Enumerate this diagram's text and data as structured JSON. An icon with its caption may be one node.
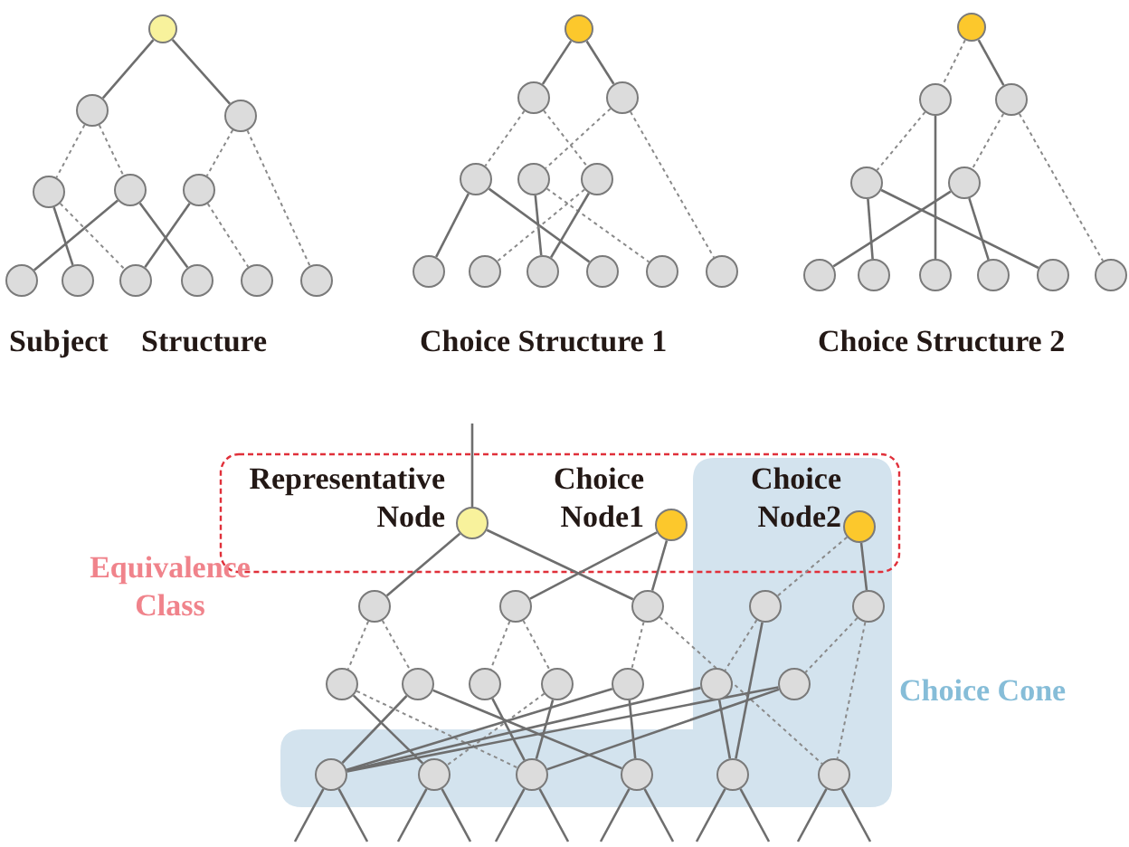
{
  "diagram": {
    "nodes": [
      {
        "text": [],
        "shape": "circle"
      },
      {
        "text": [],
        "shape": "circle"
      },
      {
        "text": [],
        "shape": "circle"
      },
      {
        "text": [],
        "shape": "circle"
      },
      {
        "text": [],
        "shape": "circle"
      },
      {
        "text": [],
        "shape": "circle"
      },
      {
        "text": [],
        "shape": "circle"
      },
      {
        "text": [],
        "shape": "circle"
      },
      {
        "text": [],
        "shape": "circle"
      },
      {
        "text": [],
        "shape": "circle"
      },
      {
        "text": [],
        "shape": "circle"
      },
      {
        "text": [],
        "shape": "circle"
      },
      {
        "text": [],
        "shape": "circle"
      },
      {
        "text": [],
        "shape": "circle"
      },
      {
        "text": [],
        "shape": "circle"
      },
      {
        "text": [],
        "shape": "circle"
      },
      {
        "text": [],
        "shape": "circle"
      },
      {
        "text": [],
        "shape": "circle"
      },
      {
        "text": [],
        "shape": "circle"
      },
      {
        "text": [],
        "shape": "circle"
      },
      {
        "text": [],
        "shape": "circle"
      },
      {
        "text": [],
        "shape": "circle"
      },
      {
        "text": [],
        "shape": "circle"
      },
      {
        "text": [],
        "shape": "circle"
      },
      {
        "text": [],
        "shape": "circle"
      },
      {
        "text": [],
        "shape": "circle"
      },
      {
        "text": [],
        "shape": "circle"
      },
      {
        "text": [],
        "shape": "circle"
      },
      {
        "text": [],
        "shape": "circle"
      },
      {
        "text": [],
        "shape": "circle"
      },
      {
        "text": [],
        "shape": "circle"
      },
      {
        "text": [],
        "shape": "circle"
      },
      {
        "text": [],
        "shape": "circle"
      },
      {
        "text": [],
        "shape": "circle"
      },
      {
        "text": [],
        "shape": "circle"
      },
      {
        "text": [],
        "shape": "circle",
        "beside": [
          "Representative Node"
        ]
      },
      {
        "text": [],
        "shape": "circle",
        "beside": [
          "Choice Node1"
        ]
      },
      {
        "text": [],
        "shape": "circle",
        "beside": [
          "Choice Node2"
        ]
      },
      {
        "text": [],
        "shape": "circle"
      },
      {
        "text": [],
        "shape": "circle"
      },
      {
        "text": [],
        "shape": "circle"
      },
      {
        "text": [],
        "shape": "circle"
      },
      {
        "text": [],
        "shape": "circle"
      },
      {
        "text": [],
        "shape": "circle"
      },
      {
        "text": [],
        "shape": "circle"
      },
      {
        "text": [],
        "shape": "circle"
      },
      {
        "text": [],
        "shape": "circle"
      },
      {
        "text": [],
        "shape": "circle"
      },
      {
        "text": [],
        "shape": "circle"
      },
      {
        "text": [],
        "shape": "circle"
      },
      {
        "text": [],
        "shape": "circle"
      },
      {
        "text": [],
        "shape": "circle"
      },
      {
        "text": [],
        "shape": "circle"
      },
      {
        "text": [],
        "shape": "circle"
      },
      {
        "text": [],
        "shape": "circle"
      },
      {
        "text": [],
        "shape": "circle"
      }
    ],
    "edges": [
      {
        "from": 0,
        "to": 1,
        "arrow": "none"
      },
      {
        "from": 0,
        "to": 2,
        "arrow": "none"
      },
      {
        "from": 1,
        "to": 3,
        "arrow": "none",
        "style": "dashed"
      },
      {
        "from": 1,
        "to": 4,
        "arrow": "none",
        "style": "dashed"
      },
      {
        "from": 2,
        "to": 5,
        "arrow": "none",
        "style": "dashed"
      },
      {
        "from": 2,
        "to": 11,
        "arrow": "none",
        "style": "dashed"
      },
      {
        "from": 3,
        "to": 7,
        "arrow": "none"
      },
      {
        "from": 3,
        "to": 8,
        "arrow": "none",
        "style": "dashed"
      },
      {
        "from": 4,
        "to": 6,
        "arrow": "none"
      },
      {
        "from": 4,
        "to": 9,
        "arrow": "none"
      },
      {
        "from": 5,
        "to": 8,
        "arrow": "none"
      },
      {
        "from": 5,
        "to": 10,
        "arrow": "none",
        "style": "dashed"
      },
      {
        "from": 12,
        "to": 13,
        "arrow": "none"
      },
      {
        "from": 12,
        "to": 14,
        "arrow": "none"
      },
      {
        "from": 13,
        "to": 15,
        "arrow": "none",
        "style": "dashed"
      },
      {
        "from": 13,
        "to": 17,
        "arrow": "none",
        "style": "dashed"
      },
      {
        "from": 14,
        "to": 16,
        "arrow": "none",
        "style": "dashed"
      },
      {
        "from": 14,
        "to": 23,
        "arrow": "none",
        "style": "dashed"
      },
      {
        "from": 15,
        "to": 18,
        "arrow": "none"
      },
      {
        "from": 15,
        "to": 21,
        "arrow": "none"
      },
      {
        "from": 16,
        "to": 20,
        "arrow": "none"
      },
      {
        "from": 16,
        "to": 22,
        "arrow": "none",
        "style": "dashed"
      },
      {
        "from": 17,
        "to": 20,
        "arrow": "none"
      },
      {
        "from": 17,
        "to": 19,
        "arrow": "none",
        "style": "dashed"
      },
      {
        "from": 24,
        "to": 25,
        "arrow": "none",
        "style": "dashed"
      },
      {
        "from": 24,
        "to": 26,
        "arrow": "none"
      },
      {
        "from": 25,
        "to": 27,
        "arrow": "none",
        "style": "dashed"
      },
      {
        "from": 25,
        "to": 31,
        "arrow": "none"
      },
      {
        "from": 26,
        "to": 28,
        "arrow": "none",
        "style": "dashed"
      },
      {
        "from": 26,
        "to": 34,
        "arrow": "none",
        "style": "dashed"
      },
      {
        "from": 27,
        "to": 30,
        "arrow": "none"
      },
      {
        "from": 27,
        "to": 33,
        "arrow": "none"
      },
      {
        "from": 28,
        "to": 29,
        "arrow": "none"
      },
      {
        "from": 28,
        "to": 32,
        "arrow": "none"
      },
      {
        "from": null,
        "to": 35,
        "arrow": "none"
      },
      {
        "from": 35,
        "to": 38,
        "arrow": "none"
      },
      {
        "from": 35,
        "to": 40,
        "arrow": "none"
      },
      {
        "from": 36,
        "to": 39,
        "arrow": "none"
      },
      {
        "from": 36,
        "to": 40,
        "arrow": "none"
      },
      {
        "from": 37,
        "to": 41,
        "arrow": "none",
        "style": "dashed"
      },
      {
        "from": 37,
        "to": 42,
        "arrow": "none"
      },
      {
        "from": 38,
        "to": 43,
        "arrow": "none",
        "style": "dashed"
      },
      {
        "from": 38,
        "to": 44,
        "arrow": "none",
        "style": "dashed"
      },
      {
        "from": 39,
        "to": 45,
        "arrow": "none",
        "style": "dashed"
      },
      {
        "from": 39,
        "to": 46,
        "arrow": "none",
        "style": "dashed"
      },
      {
        "from": 40,
        "to": 47,
        "arrow": "none",
        "style": "dashed"
      },
      {
        "from": 40,
        "to": 55,
        "arrow": "none",
        "style": "dashed"
      },
      {
        "from": 41,
        "to": 48,
        "arrow": "none",
        "style": "dashed"
      },
      {
        "from": 41,
        "to": 54,
        "arrow": "none"
      },
      {
        "from": 42,
        "to": 49,
        "arrow": "none",
        "style": "dashed"
      },
      {
        "from": 42,
        "to": 55,
        "arrow": "none",
        "style": "dashed"
      },
      {
        "from": 43,
        "to": 51,
        "arrow": "none"
      },
      {
        "from": 43,
        "to": 52,
        "arrow": "none",
        "style": "dashed"
      },
      {
        "from": 44,
        "to": 50,
        "arrow": "none"
      },
      {
        "from": 44,
        "to": 53,
        "arrow": "none"
      },
      {
        "from": 45,
        "to": 52,
        "arrow": "none"
      },
      {
        "from": 46,
        "to": 51,
        "arrow": "none",
        "style": "dashed"
      },
      {
        "from": 46,
        "to": 52,
        "arrow": "none"
      },
      {
        "from": 47,
        "to": 50,
        "arrow": "none"
      },
      {
        "from": 47,
        "to": 53,
        "arrow": "none"
      },
      {
        "from": 48,
        "to": 50,
        "arrow": "none"
      },
      {
        "from": 48,
        "to": 54,
        "arrow": "none"
      },
      {
        "from": 49,
        "to": 50,
        "arrow": "none"
      },
      {
        "from": 49,
        "to": 52,
        "arrow": "none"
      },
      {
        "from": 50,
        "to": null,
        "arrow": "none"
      },
      {
        "from": 50,
        "to": null,
        "arrow": "none"
      },
      {
        "from": 51,
        "to": null,
        "arrow": "none"
      },
      {
        "from": 51,
        "to": null,
        "arrow": "none"
      },
      {
        "from": 52,
        "to": null,
        "arrow": "none"
      },
      {
        "from": 52,
        "to": null,
        "arrow": "none"
      },
      {
        "from": 53,
        "to": null,
        "arrow": "none"
      },
      {
        "from": 53,
        "to": null,
        "arrow": "none"
      },
      {
        "from": 54,
        "to": null,
        "arrow": "none"
      },
      {
        "from": 54,
        "to": null,
        "arrow": "none"
      },
      {
        "from": 55,
        "to": null,
        "arrow": "none"
      },
      {
        "from": 55,
        "to": null,
        "arrow": "none"
      }
    ],
    "labels": [
      "Subject Structure",
      "Choice Structure 1",
      "Choice Structure 2",
      "Equivalence Class",
      "Choice Cone"
    ]
  }
}
